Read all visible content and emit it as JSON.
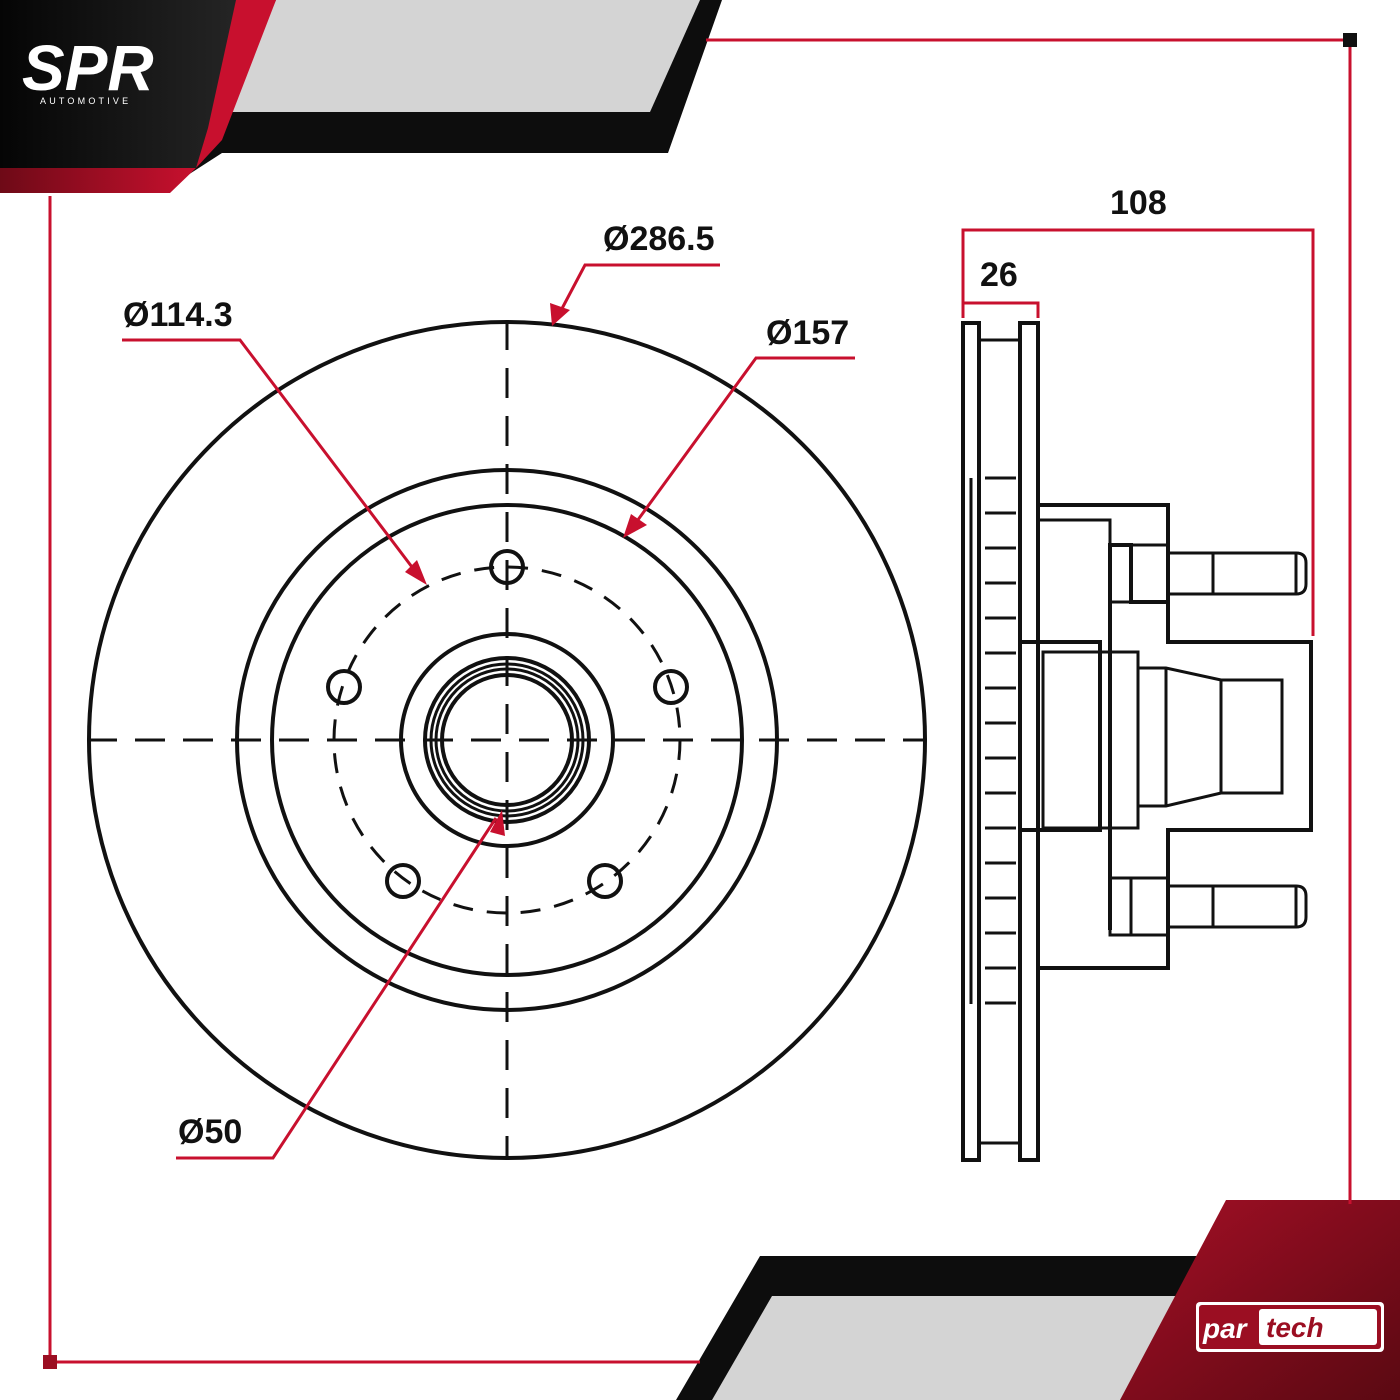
{
  "brand": {
    "top_logo": "SPR",
    "top_logo_sub": "AUTOMOTIVE",
    "bottom_logo_prefix": "par",
    "bottom_logo_suffix": "tech"
  },
  "dimensions": {
    "outer_diameter": "Ø286.5",
    "bolt_circle": "Ø114.3",
    "inner_diameter": "Ø157",
    "center_bore": "Ø50",
    "total_height": "108",
    "thickness": "26"
  },
  "colors": {
    "accent_red": "#c8102e",
    "line": "#111111",
    "panel_grey": "#d4d4d4",
    "panel_black": "#0d0d0d"
  },
  "icons": [
    "spr-automotive-logo",
    "partech-logo"
  ]
}
